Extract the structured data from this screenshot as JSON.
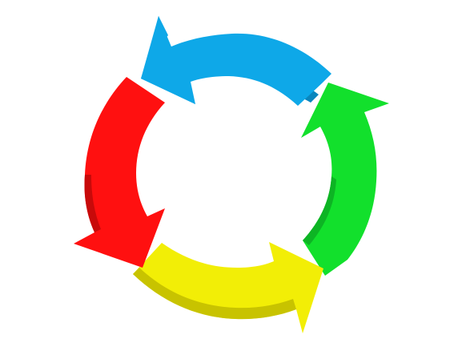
{
  "diagram": {
    "type": "circular-cycle",
    "arrow_count": 4,
    "direction": "clockwise",
    "segments": [
      {
        "name": "blue",
        "color": "#0ea8e8",
        "shade": "#0a86bd"
      },
      {
        "name": "green",
        "color": "#12e02c",
        "shade": "#0db424"
      },
      {
        "name": "yellow",
        "color": "#f2ee06",
        "shade": "#c8c300"
      },
      {
        "name": "red",
        "color": "#ff1010",
        "shade": "#c80a0a"
      }
    ]
  }
}
